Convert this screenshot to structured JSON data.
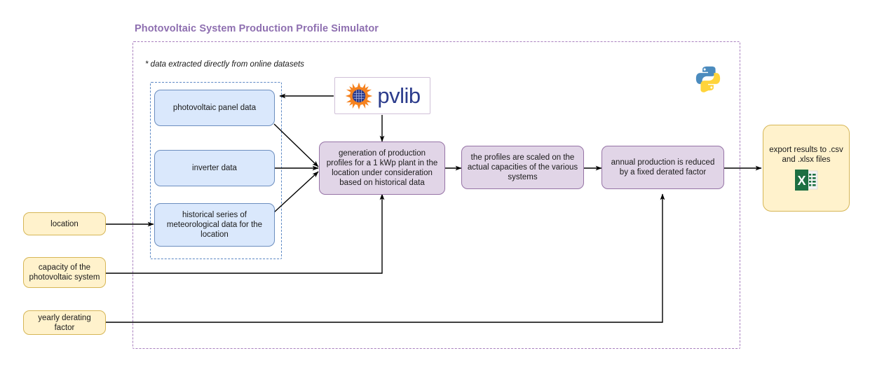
{
  "diagram": {
    "title": "Photovoltaic System Production Profile Simulator",
    "note": "* data extracted directly from online datasets",
    "colors": {
      "title": "#8e6fb0",
      "outer_border": "#a87fbe",
      "inner_border": "#5b87c4",
      "blue_fill": "#dae8fc",
      "blue_border": "#6c8ebf",
      "purple_fill": "#e1d5e7",
      "purple_border": "#9673a6",
      "yellow_fill": "#fff2cc",
      "yellow_border": "#d6b656",
      "edge": "#000000",
      "python_blue": "#4b8bbe",
      "python_yellow": "#ffd43b",
      "excel_green": "#1d6f42",
      "pvlib_navy": "#2c3c8c",
      "pvlib_orange": "#f5821f"
    }
  },
  "inputs": [
    {
      "id": "location",
      "label": "location"
    },
    {
      "id": "capacity",
      "label": "capacity of the\nphotovoltaic system"
    },
    {
      "id": "derating",
      "label": "yearly derating factor"
    }
  ],
  "datasets": [
    {
      "id": "panel-data",
      "label": "photovoltaic panel data"
    },
    {
      "id": "inverter-data",
      "label": "inverter data"
    },
    {
      "id": "meteo-data",
      "label": "historical series of\nmeteorological data for the\nlocation"
    }
  ],
  "processes": [
    {
      "id": "generation",
      "label": "generation of production\nprofiles for a 1 kWp plant in the\nlocation under consideration\nbased on historical data"
    },
    {
      "id": "scaling",
      "label": "the profiles are scaled on the\nactual capacities of the various\nsystems"
    },
    {
      "id": "derate",
      "label": "annual production is reduced\nby a fixed derated factor"
    }
  ],
  "output": {
    "id": "export",
    "label": "export results to .csv\nand .xlsx files",
    "icon": "excel-icon"
  },
  "logos": {
    "pvlib": {
      "word": "pvlib",
      "mark": "pvlib-sun-icon"
    },
    "python": {
      "mark": "python-icon"
    }
  }
}
